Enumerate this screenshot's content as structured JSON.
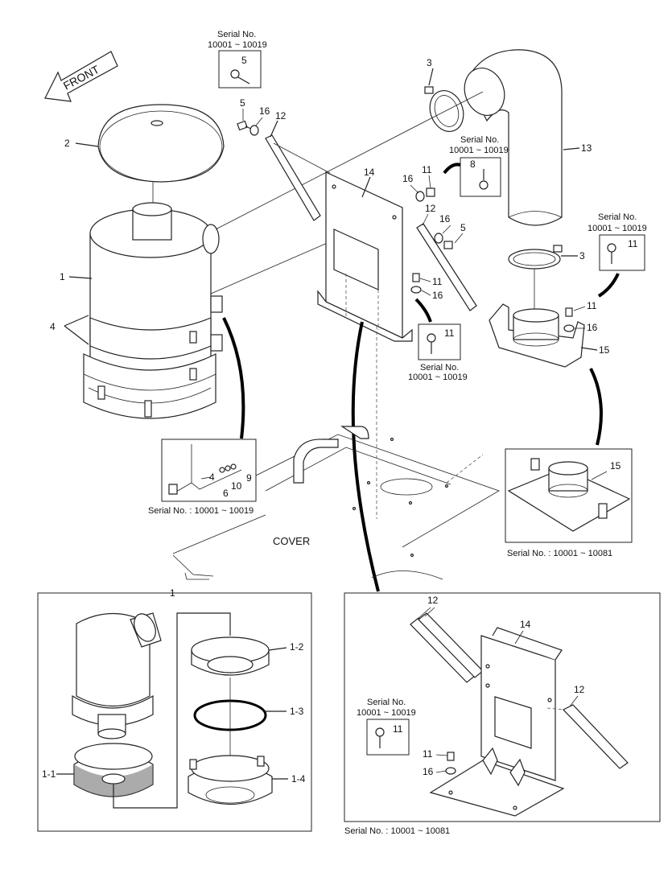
{
  "front_label": "FRONT",
  "cover_label": "COVER",
  "serial": {
    "s_10019_a": "Serial No.",
    "s_10019_b": "10001 ~ 10019",
    "s_10019_full": "Serial No. : 10001 ~ 10019",
    "s_10081_full": "Serial No. : 10001 ~ 10081"
  },
  "callouts": {
    "n1": "1",
    "n1_1": "1-1",
    "n1_2": "1-2",
    "n1_3": "1-3",
    "n1_4": "1-4",
    "n2": "2",
    "n3": "3",
    "n4": "4",
    "n5": "5",
    "n6": "6",
    "n8": "8",
    "n9": "9",
    "n10": "10",
    "n11": "11",
    "n12": "12",
    "n13": "13",
    "n14": "14",
    "n15": "15",
    "n16": "16"
  },
  "colors": {
    "line": "#222222",
    "background": "#ffffff"
  }
}
